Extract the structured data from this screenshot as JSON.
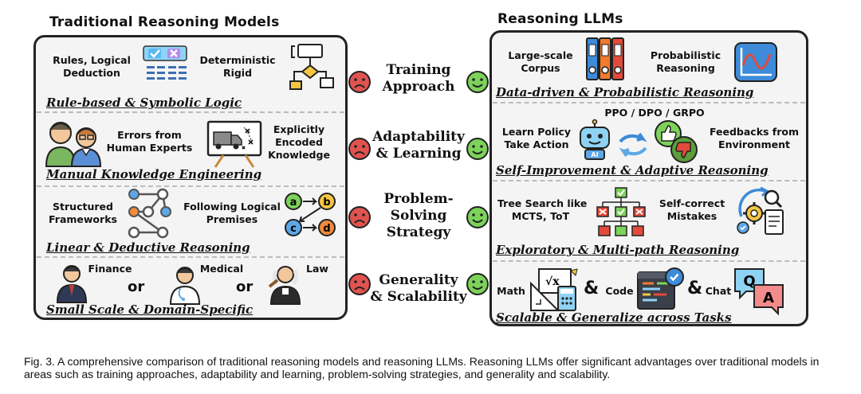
{
  "left_panel": {
    "title": "Traditional Reasoning Models",
    "rows": [
      {
        "title": "Rule-based & Symbolic Logic",
        "labels": [
          "Rules, Logical\nDeduction",
          "Deterministic\nRigid"
        ]
      },
      {
        "title": "Manual Knowledge Engineering",
        "labels": [
          "Errors from\nHuman Experts",
          "Explicitly\nEncoded\nKnowledge"
        ]
      },
      {
        "title": "Linear & Deductive Reasoning",
        "labels": [
          "Structured\nFrameworks",
          "Following Logical\nPremises"
        ],
        "flow_letters": [
          "a",
          "b",
          "c",
          "d"
        ]
      },
      {
        "title": "Small Scale & Domain-Specific",
        "labels": [
          "Finance",
          "Medical",
          "Law"
        ],
        "connectors": [
          "or",
          "or"
        ]
      }
    ]
  },
  "right_panel": {
    "title": "Reasoning LLMs",
    "rows": [
      {
        "title": "Data-driven & Probabilistic Reasoning",
        "labels": [
          "Large-scale\nCorpus",
          "Probabilistic\nReasoning"
        ]
      },
      {
        "title": "Self-Improvement  & Adaptive Reasoning",
        "labels": [
          "Learn Policy\nTake Action",
          "PPO / DPO / GRPO",
          "Feedbacks from\nEnvironment"
        ],
        "robot_tag": "AI"
      },
      {
        "title": "Exploratory & Multi-path Reasoning",
        "labels": [
          "Tree Search like\nMCTS, ToT",
          "Self-correct\nMistakes"
        ]
      },
      {
        "title": "Scalable & Generalize across Tasks",
        "labels": [
          "Math",
          "Code",
          "Chat"
        ],
        "connectors": [
          "&",
          "&"
        ],
        "chat_letters": [
          "Q",
          "A"
        ]
      }
    ]
  },
  "comparisons": [
    {
      "label": "Training\nApproach"
    },
    {
      "label": "Adaptability\n& Learning"
    },
    {
      "label": "Problem-\nSolving\nStrategy"
    },
    {
      "label": "Generality\n& Scalability"
    }
  ],
  "colors": {
    "sad_face": "#e0534f",
    "happy_face": "#7cd35a",
    "panel_border": "#222222",
    "panel_bg": "#f4f4f4"
  },
  "caption": "Fig. 3. A comprehensive comparison of traditional reasoning models and reasoning LLMs. Reasoning LLMs offer significant advantages over traditional models in areas such as training approaches, adaptability and learning, problem-solving strategies, and generality and scalability."
}
